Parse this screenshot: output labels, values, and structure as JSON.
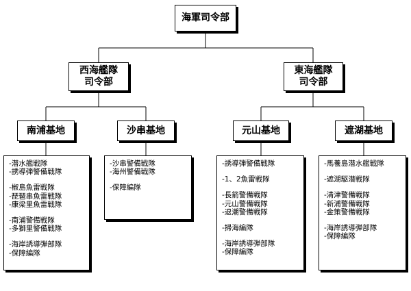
{
  "root": {
    "title": "海軍司令部"
  },
  "fleets": {
    "west": {
      "line1": "西海艦隊",
      "line2": "司令部"
    },
    "east": {
      "line1": "東海艦隊",
      "line2": "司令部"
    }
  },
  "bases": {
    "nampo": {
      "name": "南浦基地",
      "groups": [
        [
          "-潜水艦戦隊",
          "-誘導弾警備戦隊"
        ],
        [
          "-椒島魚雷戦隊",
          "-琵琶串魚雷戦隊",
          "-康梁里魚雷戦隊"
        ],
        [
          "-南浦警備戦隊",
          "-多獅里警備戦隊"
        ],
        [
          "-海岸誘導弾部隊",
          "-保障編隊"
        ]
      ]
    },
    "sagot": {
      "name": "沙串基地",
      "groups": [
        [
          "-沙串警備戦隊",
          "-海州警備戦隊"
        ],
        [
          "-保障編隊"
        ]
      ]
    },
    "wonsan": {
      "name": "元山基地",
      "groups": [
        [
          "-誘導弾警備戦隊"
        ],
        [
          "-1、2魚雷戦隊"
        ],
        [
          "-長箭警備戦隊",
          "-元山警備戦隊",
          "-退潮警備戦隊"
        ],
        [
          "-掃海編隊"
        ],
        [
          "-海岸誘導弾部隊",
          "-保障編隊"
        ]
      ]
    },
    "chaho": {
      "name": "遮湖基地",
      "groups": [
        [
          "-馬養島潜水艦戦隊"
        ],
        [
          "-遮湖駆潜戦隊"
        ],
        [
          "-清津警備戦隊",
          "-新浦警備戦隊",
          "-金策警備戦隊"
        ],
        [
          "-海岸誘導弾部隊",
          "-保障編隊"
        ]
      ]
    }
  }
}
